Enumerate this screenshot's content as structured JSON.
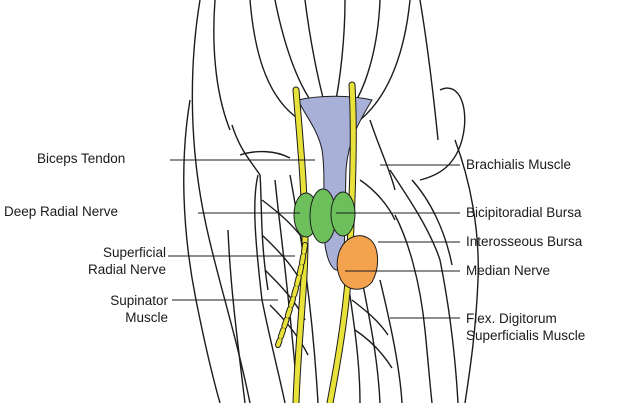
{
  "labels_left": [
    {
      "id": "biceps-tendon",
      "text": "Biceps Tendon"
    },
    {
      "id": "deep-radial-nerve",
      "text": "Deep Radial Nerve"
    },
    {
      "id": "superficial-radial-nerve",
      "line1": "Superficial",
      "line2": "Radial Nerve"
    },
    {
      "id": "supinator-muscle",
      "line1": "Supinator",
      "line2": "Muscle"
    }
  ],
  "labels_right": [
    {
      "id": "brachialis-muscle",
      "text": "Brachialis Muscle"
    },
    {
      "id": "bicipitoradial-bursa",
      "text": "Bicipitoradial Bursa"
    },
    {
      "id": "interosseous-bursa",
      "text": "Interosseous Bursa"
    },
    {
      "id": "median-nerve",
      "text": "Median Nerve"
    },
    {
      "id": "flex-digitorum",
      "line1": "Flex. Digitorum",
      "line2": "Superficialis Muscle"
    }
  ],
  "colors": {
    "tendon": "#a9b0d8",
    "nerve": "#e8e23a",
    "bicipitoradial_bursa": "#6cbf5a",
    "interosseous_bursa": "#f3a24e",
    "outline": "#1c1c1c"
  }
}
